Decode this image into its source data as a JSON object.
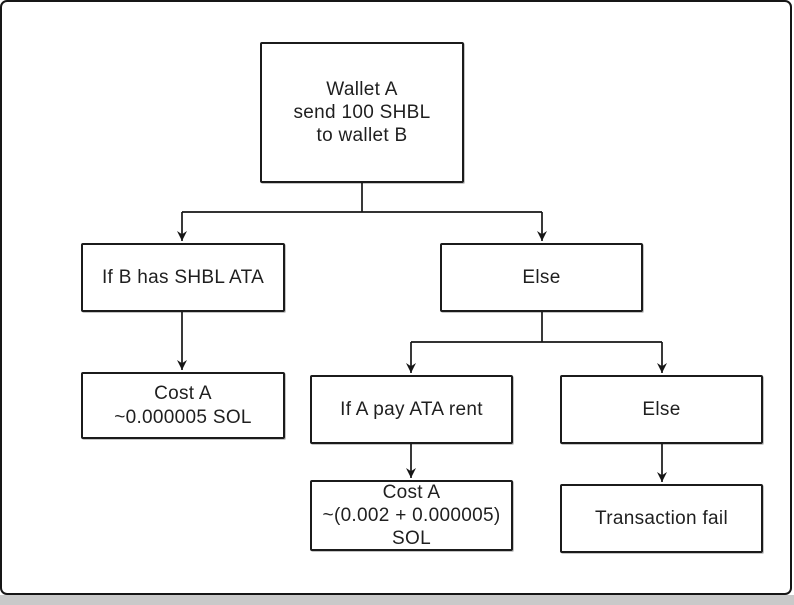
{
  "colors": {
    "ink": "#1b1b1b",
    "background": "#ffffff",
    "frame_shadow": "#c9c9c9"
  },
  "diagram": {
    "type": "flowchart",
    "nodes": [
      {
        "id": "wallet-send",
        "label": "Wallet A\nsend 100 SHBL\nto wallet B"
      },
      {
        "id": "if-b-has-ata",
        "label": "If B has SHBL ATA"
      },
      {
        "id": "else-1",
        "label": "Else"
      },
      {
        "id": "cost-a-simple",
        "label": "Cost A\n~0.000005 SOL"
      },
      {
        "id": "if-a-pay-rent",
        "label": "If A pay ATA rent"
      },
      {
        "id": "else-2",
        "label": "Else"
      },
      {
        "id": "cost-a-with-rent",
        "label": "Cost A\n~(0.002 + 0.000005)\nSOL"
      },
      {
        "id": "transaction-fail",
        "label": "Transaction fail"
      }
    ],
    "edges": [
      {
        "from": "wallet-send",
        "to": "if-b-has-ata"
      },
      {
        "from": "wallet-send",
        "to": "else-1"
      },
      {
        "from": "if-b-has-ata",
        "to": "cost-a-simple"
      },
      {
        "from": "else-1",
        "to": "if-a-pay-rent"
      },
      {
        "from": "else-1",
        "to": "else-2"
      },
      {
        "from": "if-a-pay-rent",
        "to": "cost-a-with-rent"
      },
      {
        "from": "else-2",
        "to": "transaction-fail"
      }
    ]
  }
}
